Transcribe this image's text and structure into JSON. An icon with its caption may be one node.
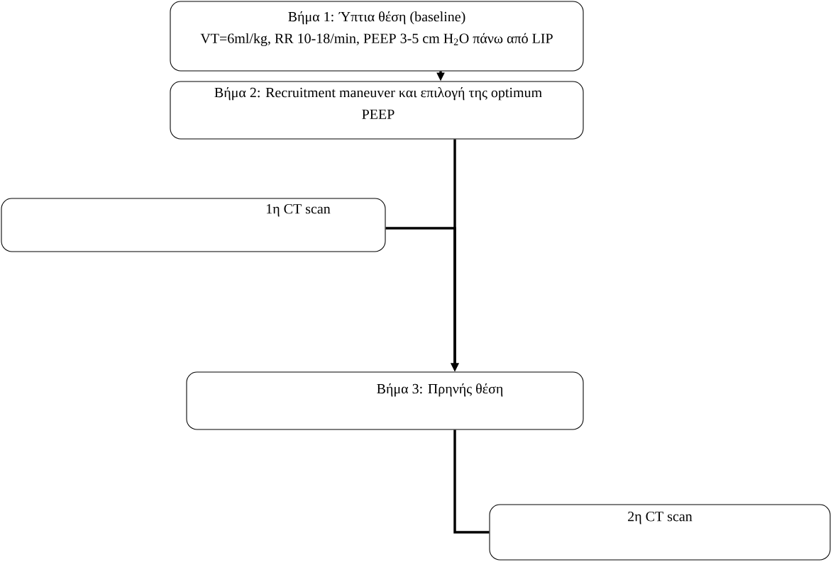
{
  "diagram": {
    "nodes": [
      {
        "text": [
          "Βήμα 1: Ύπτια θέση (baseline)",
          "VT=6ml/kg, RR 10-18/min, PEEP 3-5 cm H$_{2}$O πάνω από LIP"
        ]
      },
      {
        "text": [
          "Βήμα 2: Recruitment maneuver και επιλογή της optimum PEEP"
        ]
      },
      {
        "text": [
          "1η CT scan"
        ]
      },
      {
        "text": [
          "Βήμα 3: Πρηνής θέση"
        ]
      },
      {
        "text": [
          "2η CT scan"
        ]
      }
    ],
    "edges": [
      {
        "from": 0,
        "to": 1,
        "arrow": "to"
      },
      {
        "from": 1,
        "to": 3,
        "arrow": "to"
      },
      {
        "from": 2,
        "to": 3,
        "arrow": "to"
      },
      {
        "from": 3,
        "to": 4,
        "arrow": "none"
      }
    ]
  }
}
